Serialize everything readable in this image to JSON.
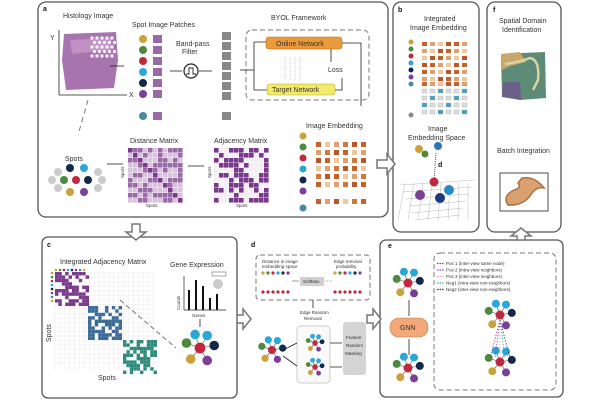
{
  "panel_a": {
    "label": "a",
    "histology_title": "Histology Image",
    "axis_y": "Y",
    "axis_x": "X",
    "patches_title": "Spot Image Patches",
    "filter_label_1": "Band-pass",
    "filter_label_2": "Filter",
    "byol_title": "BYOL Framework",
    "online_network": "Online Network",
    "target_network": "Target Network",
    "loss": "Loss",
    "spots_title": "Spots",
    "distance_matrix": "Distance Matrix",
    "adjacency_matrix": "Adjacency Matrix",
    "matrix_axis": "Spots",
    "image_embedding": "Image Embedding"
  },
  "panel_b": {
    "label": "b",
    "title_1": "Integrated",
    "title_2": "Image Embedding",
    "space_1": "Image",
    "space_2": "Embedding Space",
    "d_label": "d"
  },
  "panel_c": {
    "label": "c",
    "matrix_title": "Integrated  Adjacency Matrix",
    "axis_x": "Spots",
    "axis_y": "Spots",
    "gene_title": "Gene Expression",
    "counts": "Counts",
    "genes": "Genes"
  },
  "panel_d": {
    "label": "d",
    "distance_1": "Distance in image",
    "distance_2": "embedding space",
    "softmax": "SoftMax",
    "removal_1": "Edge removal",
    "removal_2": "probability",
    "edge_random_1": "Edge Random",
    "edge_random_2": "Removal",
    "feature_1": "Feature",
    "feature_2": "Random",
    "feature_3": "Masking"
  },
  "panel_e": {
    "label": "e",
    "gnn": "GNN",
    "legend": [
      {
        "text": "Pos 1 (inter-view same node)",
        "color": "#b0306a"
      },
      {
        "text": "Pos 2 (intra-view neighbors)",
        "color": "#8a4a9a"
      },
      {
        "text": "Pos 3 (inter-view neighbors)",
        "color": "#e0a0b8"
      },
      {
        "text": "Neg1 (intra-view non-neighbors)",
        "color": "#4a9ab8"
      },
      {
        "text": "Neg2 (inter-view non-neighbors)",
        "color": "#1e3a5a"
      }
    ]
  },
  "panel_f": {
    "label": "f",
    "spatial_1": "Spatial Domain",
    "spatial_2": "Identification",
    "batch": "Batch Integration"
  },
  "colors": {
    "online": "#eb9a3a",
    "target": "#f2ea6a",
    "purple": "#7a3a8c",
    "blue": "#3c6b98",
    "teal": "#2f8c7c",
    "gnn": "#f2a878",
    "spots": [
      "#c9a23a",
      "#4d8a3e",
      "#c0283e",
      "#2aa6d8",
      "#14284a",
      "#7a3f98",
      "#4a8aa0"
    ]
  }
}
